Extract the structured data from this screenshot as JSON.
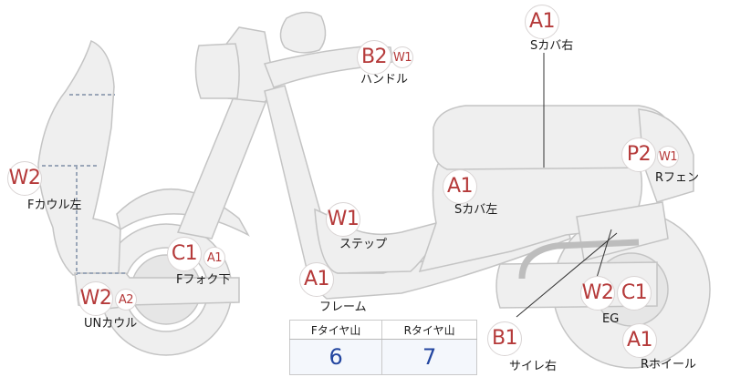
{
  "badges": {
    "s_cover_right_a1": "A1",
    "handle_b2": "B2",
    "handle_w1": "W1",
    "f_cowl_left_w2": "W2",
    "r_fender_p2": "P2",
    "r_fender_w1": "W1",
    "s_cover_left_a1": "A1",
    "step_w1": "W1",
    "f_fork_c1": "C1",
    "f_fork_a1": "A1",
    "frame_a1": "A1",
    "un_cowl_w2": "W2",
    "un_cowl_a2": "A2",
    "eg_w2": "W2",
    "eg_c1": "C1",
    "silencer_b1": "B1",
    "r_wheel_a1": "A1"
  },
  "labels": {
    "s_cover_right": "Sカバ右",
    "handle": "ハンドル",
    "f_cowl_left": "Fカウル左",
    "r_fender": "Rフェン",
    "s_cover_left": "Sカバ左",
    "step": "ステップ",
    "f_fork": "Fフォク下",
    "frame": "フレーム",
    "un_cowl": "UNカウル",
    "eg": "EG",
    "silencer": "サイレ右",
    "r_wheel": "Rホイール"
  },
  "tire_table": {
    "headers": [
      "Fタイヤ山",
      "Rタイヤ山"
    ],
    "values": [
      "6",
      "7"
    ]
  },
  "colors": {
    "part_fill": "#efefef",
    "part_stroke": "#c4c4c4",
    "badge_text": "#b53a3a",
    "value_text": "#2346a0"
  }
}
